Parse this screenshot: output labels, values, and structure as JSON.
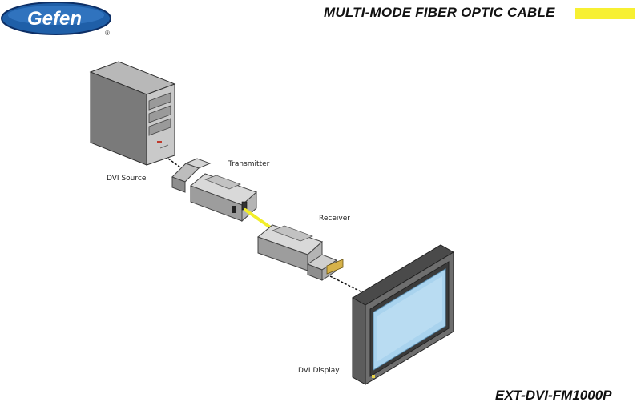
{
  "brand": {
    "logo_text": "Gefen",
    "registered_mark": "®"
  },
  "header": {
    "title": "MULTI-MODE FIBER OPTIC CABLE",
    "legend_color": "#f7f032"
  },
  "diagram": {
    "labels": {
      "source": "DVI Source",
      "transmitter": "Transmitter",
      "receiver": "Receiver",
      "display": "DVI Display"
    },
    "cable_color": "#f2ee2a"
  },
  "footer": {
    "model": "EXT-DVI-FM1000P"
  }
}
